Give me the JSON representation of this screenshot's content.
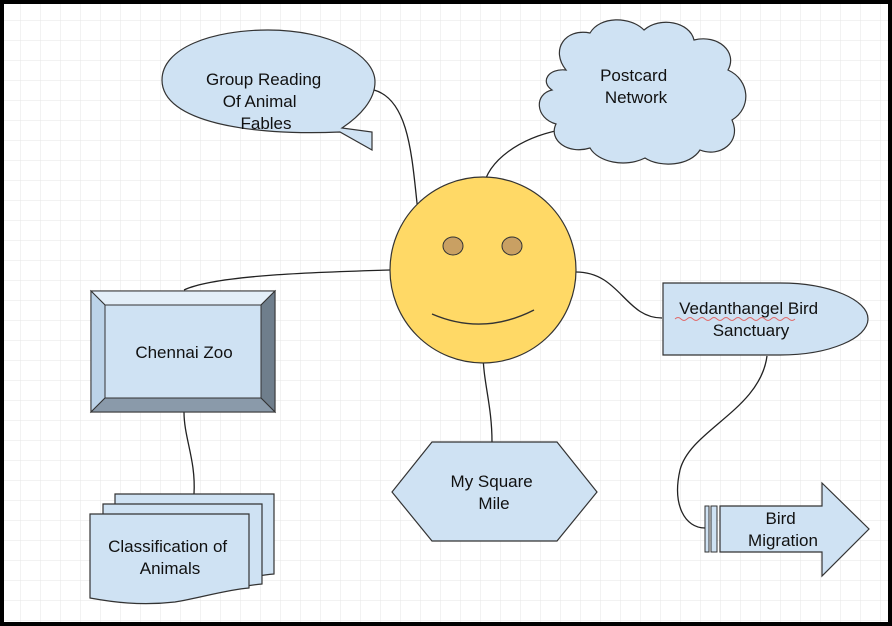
{
  "colors": {
    "shape_fill": "#cfe2f3",
    "shape_stroke": "#333333",
    "smiley_fill": "#ffd966",
    "eye_fill": "#c9a063",
    "grid": "#e6e6e6",
    "frame": "#000000"
  },
  "center": {
    "icon": "smiley-face-icon"
  },
  "nodes": {
    "group_reading": {
      "lines": [
        "Group Reading",
        "Of  Animal",
        "Fables"
      ]
    },
    "postcard": {
      "lines": [
        "Postcard",
        "Network"
      ]
    },
    "chennai_zoo": {
      "lines": [
        "Chennai Zoo"
      ]
    },
    "vedanthangel": {
      "lines": [
        "Vedanthangel Bird",
        "Sanctuary"
      ]
    },
    "my_square_mile": {
      "lines": [
        "My Square",
        "Mile"
      ]
    },
    "classification": {
      "lines": [
        "Classification of",
        "Animals"
      ]
    },
    "bird_migration": {
      "lines": [
        "Bird",
        "Migration"
      ]
    }
  }
}
